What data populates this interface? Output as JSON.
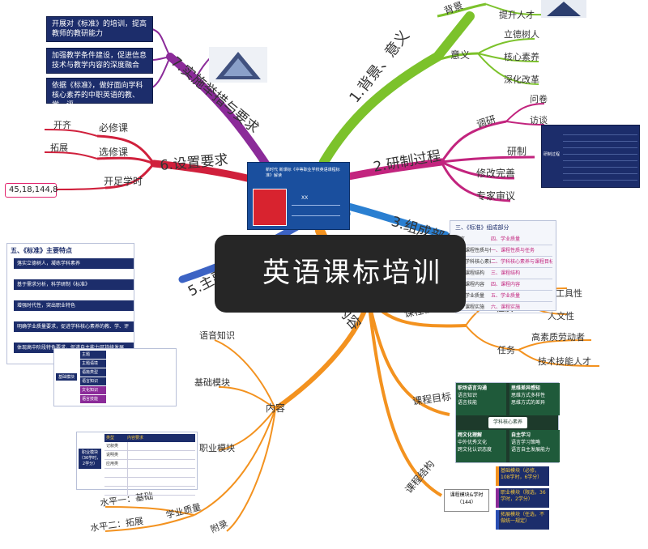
{
  "title": "英语课标培训",
  "centers": {
    "slide_title": "新时代 新课标《中等职业学校英语课程标准》解读",
    "slide_name": "XX"
  },
  "branches": [
    {
      "key": "b1",
      "label": "1.背景、意义",
      "color": "#7cc22b"
    },
    {
      "key": "b2",
      "label": "2.研制过程",
      "color": "#c2247e"
    },
    {
      "key": "b3",
      "label": "3.组成部分",
      "color": "#2a7fd1"
    },
    {
      "key": "b4",
      "label": "4.内容",
      "color": "#f3921f"
    },
    {
      "key": "b5",
      "label": "5.主要特点",
      "color": "#3c63c4"
    },
    {
      "key": "b6",
      "label": "6.设置要求",
      "color": "#d0203c"
    },
    {
      "key": "b7",
      "label": "7.实施举措与要求",
      "color": "#8b2b99"
    }
  ],
  "b1": {
    "bg": "背景",
    "bg_items": [
      "提升人才"
    ],
    "yy": "意义",
    "yy_items": [
      "立德树人",
      "核心素养",
      "深化改革"
    ]
  },
  "b2": {
    "items": [
      "调研",
      "研制",
      "修改完善",
      "专家审议"
    ],
    "dy_sub": [
      "问卷",
      "访谈"
    ],
    "panel_label": "研制过程",
    "panel_rows": [
      "",
      "",
      "",
      "",
      "",
      "",
      ""
    ]
  },
  "b3": {
    "panel_title": "三、《标准》组成部分",
    "rows": [
      {
        "a": "前言",
        "b": "四、学业质量"
      },
      {
        "a": "一、课程性质与任务",
        "b": "一、课程性质与任务"
      },
      {
        "a": "二、学科核心素养",
        "b": "二、学科核心素养与课程目标"
      },
      {
        "a": "三、课程结构",
        "b": "三、课程结构"
      },
      {
        "a": "四、课程内容",
        "b": "四、课程内容"
      },
      {
        "a": "五、学业质量",
        "b": "五、学业质量"
      },
      {
        "a": "六、课程实施",
        "b": "六、课程实施"
      }
    ]
  },
  "b4": {
    "nr": "内容",
    "nr_items": [
      "语音知识",
      "基础模块",
      "职业模块",
      "学业质量",
      "附录"
    ],
    "xy": [
      "水平一：基础",
      "水平二：拓展"
    ],
    "kcxz": "课程性质与任务",
    "xz": "性质",
    "xz_items": [
      "工具性",
      "人文性"
    ],
    "rw": "任务",
    "rw_items": [
      "高素质劳动者",
      "技术技能人才"
    ],
    "mb": "课程目标",
    "jg": "课程结构",
    "goal_cells": [
      "职场语言沟通",
      "思维差异感知",
      "跨文化理解",
      "自主学习",
      "学科核心素养"
    ],
    "goal_sub": [
      "语言知识",
      "语言技能",
      "思维方式多样性",
      "思维方式的差异",
      "中外优秀文化",
      "跨文化认识态度",
      "语言学习策略",
      "语言自主发展能力"
    ],
    "struct_root": "课程模块&学时（144）",
    "struct_items": [
      "基础模块（必修，108学时，6学分）",
      "职业模块（限选，36学时，2学分）",
      "拓展模块（任选，不做统一规定）"
    ],
    "jichu_label": "基础模块",
    "jichu_rows": [
      "主题",
      "主题语境",
      "语篇类型",
      "语言知识",
      "文化知识",
      "语言技能"
    ],
    "zhiye_label": "职业模块（36学时，2学分）",
    "zhiye_head": [
      "类型",
      "内容要求"
    ],
    "zhiye_rows": [
      "记叙类",
      "说明类",
      "应用类",
      "",
      "",
      ""
    ]
  },
  "b5": {
    "panel_title": "五、《标准》主要特点",
    "items": [
      "落实立德树人，凝练学科素养",
      "基于需求分析，科学研制《标准》",
      "增强时代性，突出职业特色",
      "明确学业质量要求，促进学科核心素养的教、学、评",
      "体现高中阶段特色要求，促进自主能力可持续发展"
    ]
  },
  "b6": {
    "items": [
      "必修课",
      "选修课",
      "开足学时"
    ],
    "leaves": [
      "开齐",
      "拓展"
    ],
    "hours": "45,18,144,8"
  },
  "b7": {
    "boxes": [
      "开展对《标准》的培训，提高教师的教研能力",
      "加强教学条件建设，促进信息技术与教学内容的深度融合",
      "依据《标准》，做好面向学科核心素养的中职英语的教、学、评"
    ]
  },
  "colors": {
    "nav_bg": "#262626",
    "nav_text": "#ffffff",
    "dark_box": "#1c2d6b",
    "orange": "#f3921f",
    "green": "#7cc22b",
    "magenta": "#c2247e",
    "purple": "#8b2b99",
    "red": "#d0203c",
    "blue": "#2a7fd1"
  }
}
